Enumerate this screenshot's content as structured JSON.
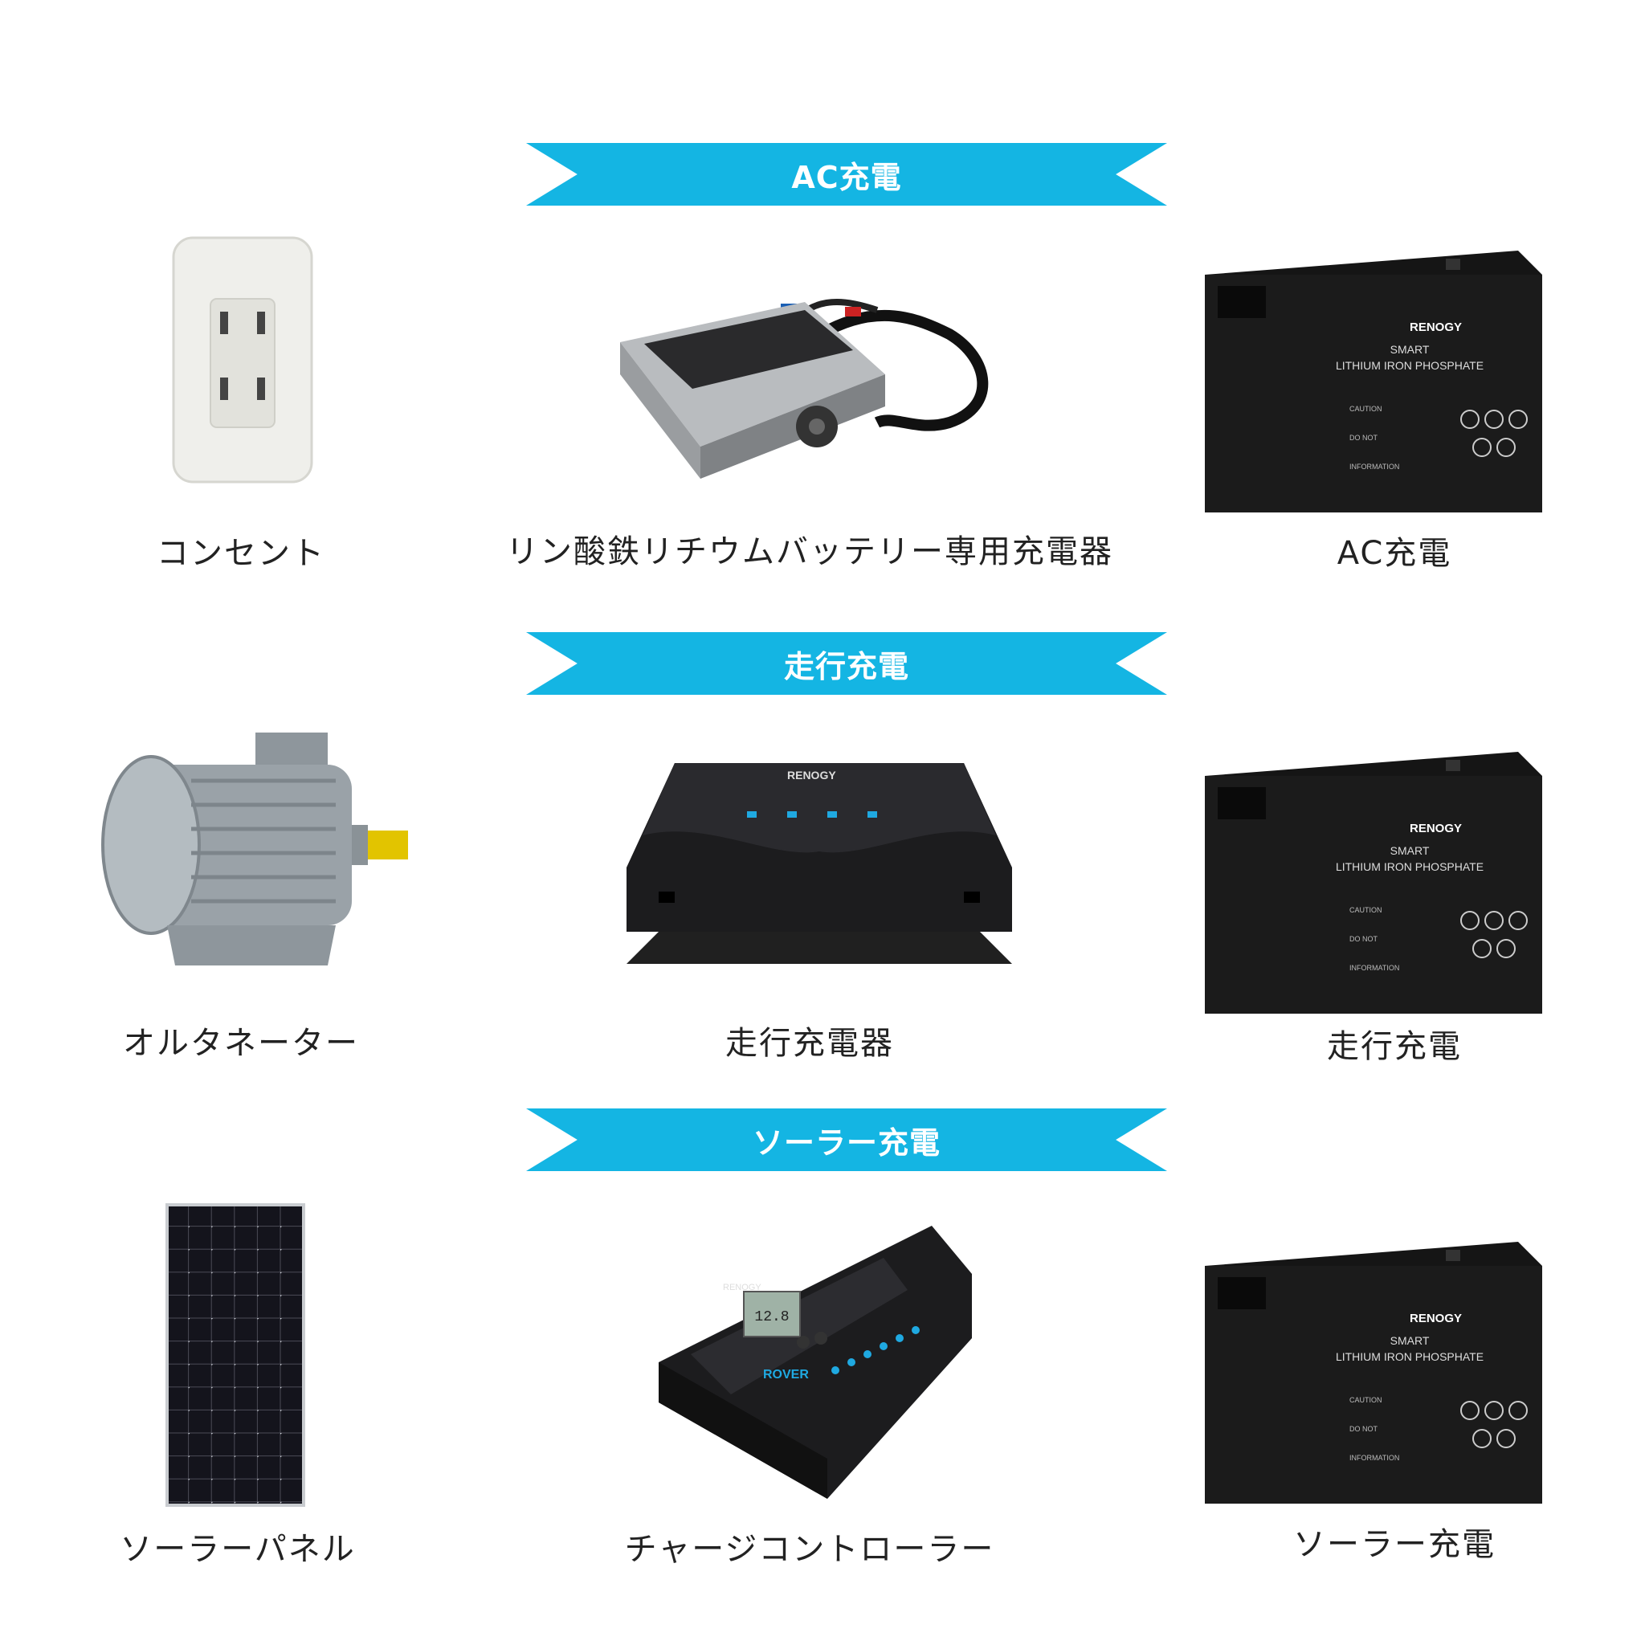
{
  "sections": [
    {
      "banner": "AC充電",
      "items": [
        {
          "label": "コンセント",
          "icon": "wall-outlet-icon"
        },
        {
          "label": "リン酸鉄リチウムバッテリー専用充電器",
          "icon": "battery-charger-icon"
        },
        {
          "label": "AC充電",
          "icon": "lifepo4-battery-icon"
        }
      ]
    },
    {
      "banner": "走行充電",
      "items": [
        {
          "label": "オルタネーター",
          "icon": "alternator-icon"
        },
        {
          "label": "走行充電器",
          "icon": "dc-dc-charger-icon"
        },
        {
          "label": "走行充電",
          "icon": "lifepo4-battery-icon"
        }
      ]
    },
    {
      "banner": "ソーラー充電",
      "items": [
        {
          "label": "ソーラーパネル",
          "icon": "solar-panel-icon"
        },
        {
          "label": "チャージコントローラー",
          "icon": "charge-controller-icon"
        },
        {
          "label": "ソーラー充電",
          "icon": "lifepo4-battery-icon"
        }
      ]
    }
  ],
  "battery": {
    "brand": "RENOGY",
    "line1": "SMART",
    "line2": "LITHIUM IRON PHOSPHATE",
    "warnings": [
      "CAUTION",
      "DO NOT",
      "INFORMATION"
    ]
  },
  "controller": {
    "brand": "RENOGY",
    "model": "ROVER",
    "display_value": "12.8"
  },
  "dcdc": {
    "brand": "RENOGY"
  },
  "colors": {
    "banner": "#14b5e3",
    "device_black": "#1c1c1e",
    "battery_black": "#151515"
  }
}
